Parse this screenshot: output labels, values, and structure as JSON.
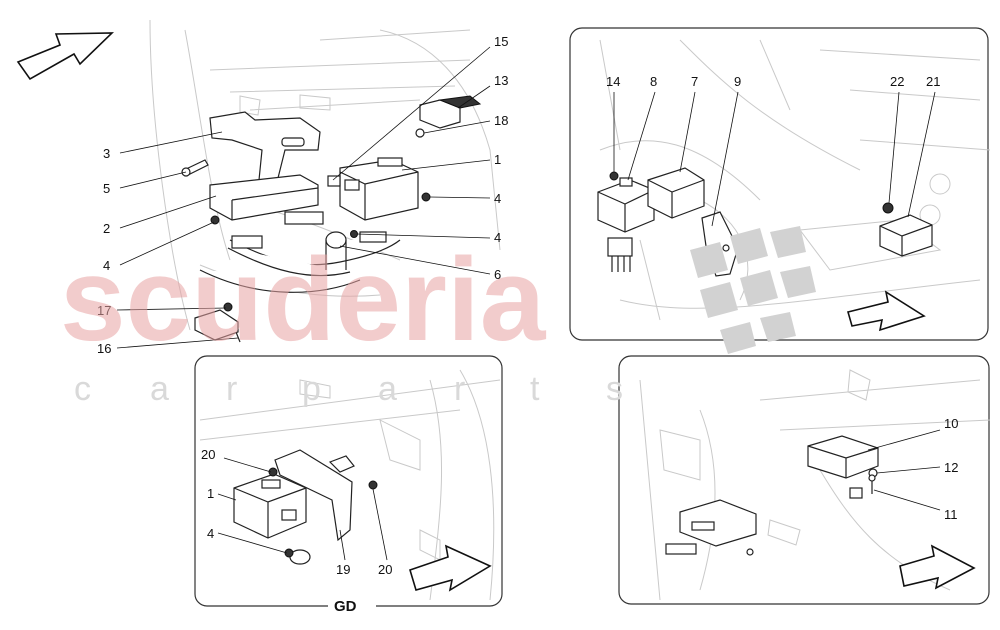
{
  "watermark": {
    "brand": "scuderia",
    "sub": [
      "c",
      "a",
      "r",
      "p",
      "a",
      "r",
      "t",
      "s"
    ]
  },
  "panel_label": "GD",
  "callouts": {
    "main": [
      "15",
      "13",
      "18",
      "3",
      "1",
      "5",
      "4",
      "2",
      "4",
      "4",
      "6",
      "17",
      "16"
    ],
    "top_right": [
      "14",
      "8",
      "7",
      "9",
      "22",
      "21"
    ],
    "bottom_left": [
      "20",
      "1",
      "4",
      "19",
      "20"
    ],
    "bottom_right": [
      "10",
      "12",
      "11"
    ]
  },
  "colors": {
    "line": "#222222",
    "ghost": "#c9c9c9",
    "watermark": "#e8a3a3"
  },
  "icons": [
    "direction-arrow-icon"
  ]
}
